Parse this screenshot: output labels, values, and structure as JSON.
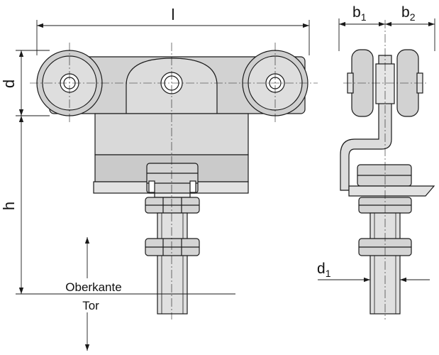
{
  "labels": {
    "l": "l",
    "d": "d",
    "h": "h",
    "b1_main": "b",
    "b1_sub": "1",
    "b2_main": "b",
    "b2_sub": "2",
    "d1_main": "d",
    "d1_sub": "1",
    "reference_line1": "Oberkante",
    "reference_line2": "Tor"
  },
  "colors": {
    "part_fill": "#d6d6d6",
    "part_light": "#e6e6e6",
    "part_dark": "#b8b8b8",
    "outline": "#1a1a1a",
    "dimension": "#1a1a1a"
  }
}
